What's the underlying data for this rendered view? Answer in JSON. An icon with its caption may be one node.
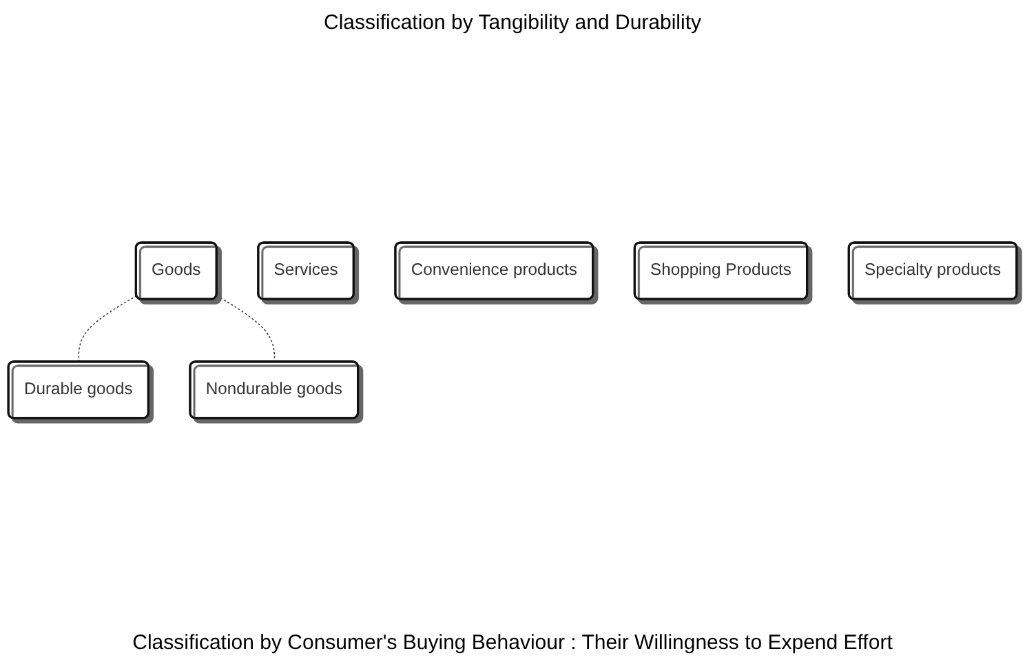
{
  "diagram": {
    "title": "Classification by Tangibility and Durability",
    "nodes": [
      {
        "text": [
          "Goods"
        ]
      },
      {
        "text": [
          "Services"
        ]
      },
      {
        "text": [
          "Durable goods"
        ]
      },
      {
        "text": [
          "Nondurable goods"
        ]
      },
      {
        "text": [
          "Convenience products"
        ]
      },
      {
        "text": [
          "Shopping Products"
        ]
      },
      {
        "text": [
          "Specialty products"
        ]
      }
    ],
    "edges": [
      {
        "from": 0,
        "to": 2,
        "arrow": "none",
        "style": "dashed"
      },
      {
        "from": 0,
        "to": 3,
        "arrow": "none",
        "style": "dashed"
      }
    ],
    "labels": [
      "Classification by Consumer's Buying Behaviour : Their Willingness to Expend Effort"
    ]
  }
}
